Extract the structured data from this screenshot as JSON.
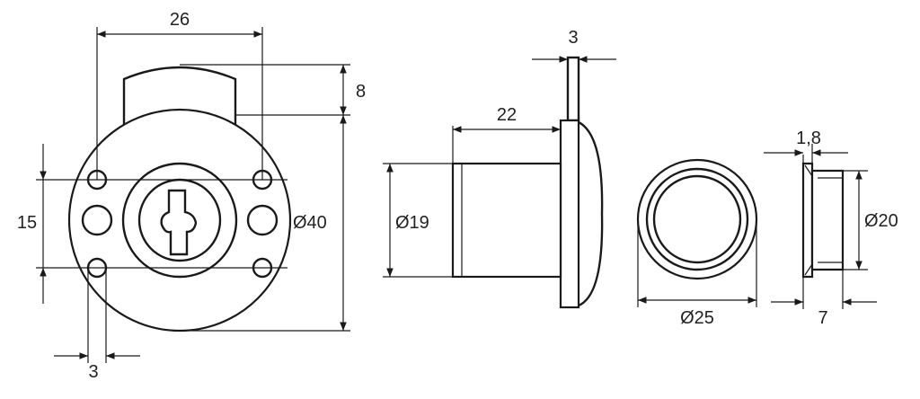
{
  "diagram": {
    "front_view": {
      "width_label": "26",
      "tab_height_label": "8",
      "hole_spacing_label": "15",
      "diameter_label": "Ø40",
      "hole_offset_label": "3"
    },
    "side_view": {
      "flange_thickness_label": "3",
      "body_length_label": "22",
      "body_diameter_label": "Ø19"
    },
    "ring_front": {
      "diameter_label": "Ø25"
    },
    "ring_side": {
      "lip_label": "1,8",
      "diameter_label": "Ø20",
      "depth_label": "7"
    }
  },
  "colors": {
    "line": "#1a1a1a",
    "background": "#ffffff"
  }
}
